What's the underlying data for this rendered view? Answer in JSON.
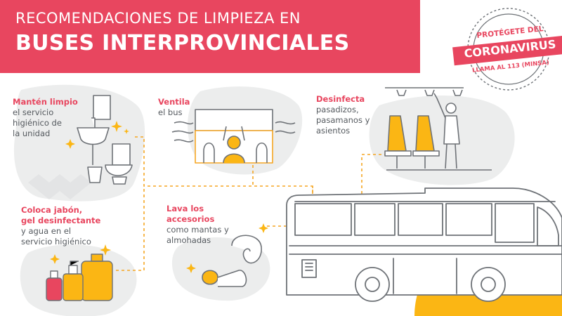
{
  "header": {
    "line1": "RECOMENDACIONES DE LIMPIEZA EN",
    "line2": "BUSES INTERPROVINCIALES"
  },
  "stamp": {
    "top": "PROTÉGETE DEL",
    "main": "CORONAVIRUS",
    "bottom": "LLAMA AL 113 (MINSA)"
  },
  "tips": [
    {
      "highlight": "Mantén limpio",
      "body": [
        "el servicio",
        "higiénico de",
        "la unidad"
      ]
    },
    {
      "highlight": "Ventila",
      "body": [
        "el bus"
      ]
    },
    {
      "highlight": "Desinfecta",
      "body": [
        "pasadizos,",
        "pasamanos y",
        "asientos"
      ]
    },
    {
      "highlight": [
        "Coloca jabón,",
        "gel desinfectante"
      ],
      "body": [
        "y agua en el",
        "servicio higiénico"
      ]
    },
    {
      "highlight": [
        "Lava los",
        "accesorios"
      ],
      "body": [
        "como mantas y",
        "almohadas"
      ]
    }
  ],
  "colors": {
    "brand_red": "#e8465f",
    "accent_yellow": "#fbb614",
    "blob_gray": "#eceded",
    "line_gray": "#6e7277",
    "text_gray": "#555a5f",
    "dots_orange": "#f5a623"
  }
}
